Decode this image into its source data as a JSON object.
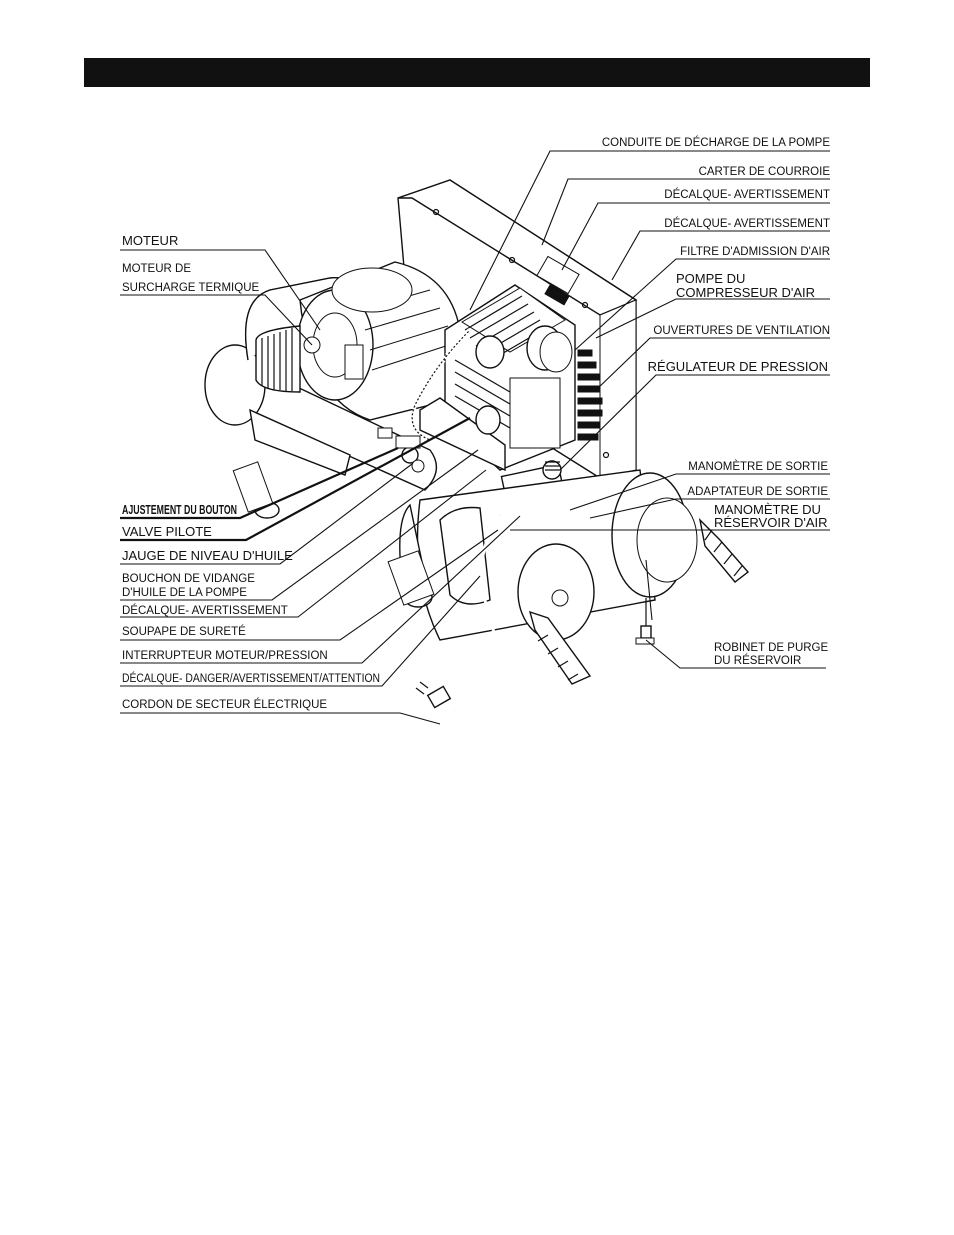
{
  "header": {
    "title": ""
  },
  "diagram": {
    "labels": {
      "discharge_tube": "CONDUITE DE DÉCHARGE DE LA POMPE",
      "belt_guard": "CARTER DE COURROIE",
      "warning_decal_1": "DÉCALQUE- AVERTISSEMENT",
      "warning_decal_2": "DÉCALQUE- AVERTISSEMENT",
      "air_intake_filter": "FILTRE D'ADMISSION D'AIR",
      "compressor_pump_1": "POMPE DU",
      "compressor_pump_2": "COMPRESSEUR D'AIR",
      "ventilation": "OUVERTURES DE VENTILATION",
      "pressure_regulator": "RÉGULATEUR DE PRESSION",
      "outlet_gauge": "MANOMÈTRE DE SORTIE",
      "outlet_adapter": "ADAPTATEUR DE SORTIE",
      "tank_gauge_1": "MANOMÈTRE DU",
      "tank_gauge_2": "RÉSERVOIR D'AIR",
      "drain_valve_1": "ROBINET DE PURGE",
      "drain_valve_2": "DU RÉSERVOIR",
      "motor": "MOTEUR",
      "thermal_overload_1": "MOTEUR DE",
      "thermal_overload_2": "SURCHARGE TERMIQUE",
      "knob_adjust": "AJUSTEMENT DU BOUTON",
      "pilot_valve": "VALVE PILOTE",
      "oil_level_gauge": "JAUGE DE NIVEAU D'HUILE",
      "oil_drain_plug_1": "BOUCHON DE VIDANGE",
      "oil_drain_plug_2": "D'HUILE DE LA POMPE",
      "warning_decal_3": "DÉCALQUE- AVERTISSEMENT",
      "safety_valve": "SOUPAPE DE SURETÉ",
      "pressure_switch": "INTERRUPTEUR MOTEUR/PRESSION",
      "danger_decal": "DÉCALQUE- DANGER/AVERTISSEMENT/ATTENTION",
      "power_cord": "CORDON DE SECTEUR ÉLECTRIQUE"
    }
  }
}
